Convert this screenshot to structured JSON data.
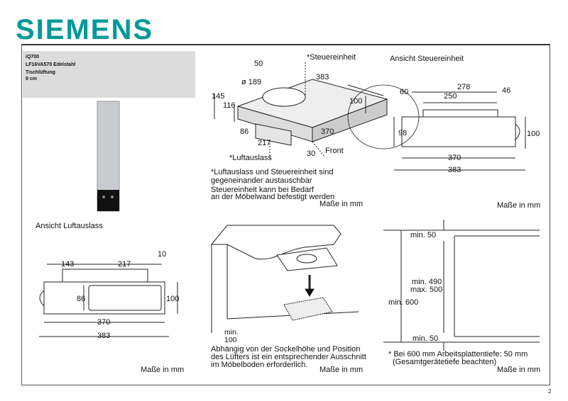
{
  "brand": "SIEMENS",
  "info": {
    "series": "iQ700",
    "model": "LF16VA570 Edelstahl",
    "type": "Tischlüftung",
    "size": "9 cm"
  },
  "panel_iso": {
    "labels": {
      "steuer": "*Steuereinheit",
      "luft": "*Luftauslass",
      "front": "Front"
    },
    "dims": {
      "d50": "50",
      "d189": "ø 189",
      "d383": "383",
      "d145": "145",
      "d116": "116",
      "d100": "100",
      "d86": "86",
      "d217": "217",
      "d370": "370",
      "d30": "30"
    },
    "note1": "*Luftauslass und Steuereinheit sind",
    "note2": "gegeneinander austauschbar",
    "note3": "Steuereinheit kann bei Bedarf",
    "note4": "an der Möbelwand befestigt werden",
    "units": "Maße in mm"
  },
  "panel_steuer": {
    "title": "Ansicht Steuereinheit",
    "dims": {
      "d278": "278",
      "d60": "60",
      "d250": "250",
      "d46": "46",
      "d98": "98",
      "d100": "100",
      "d370": "370",
      "d383": "383"
    },
    "units": "Maße in mm"
  },
  "panel_luft": {
    "title": "Ansicht Luftauslass",
    "dims": {
      "d10": "10",
      "d143": "143",
      "d217": "217",
      "d86": "86",
      "d100": "100",
      "d370": "370",
      "d383": "383"
    },
    "units": "Maße in mm"
  },
  "panel_install": {
    "min100a": "min.",
    "min100b": "100",
    "note1": "Abhängig von der Sockelhöhe und Position",
    "note2": "des Lüfters ist ein entsprechender Ausschnitt",
    "note3": "im Möbelboden erforderlich.",
    "units": "Maße in mm"
  },
  "panel_clear": {
    "min50top": "min. 50",
    "min490": "min. 490",
    "max500": "max. 500",
    "min600": "min. 600",
    "min50bot": "min. 50",
    "note1": "* Bei 600 mm Arbeitsplattentiefe: 50 mm",
    "note2": "(Gesamtgerätetiefe beachten)",
    "units": "Maße in mm"
  },
  "page_number": "2"
}
